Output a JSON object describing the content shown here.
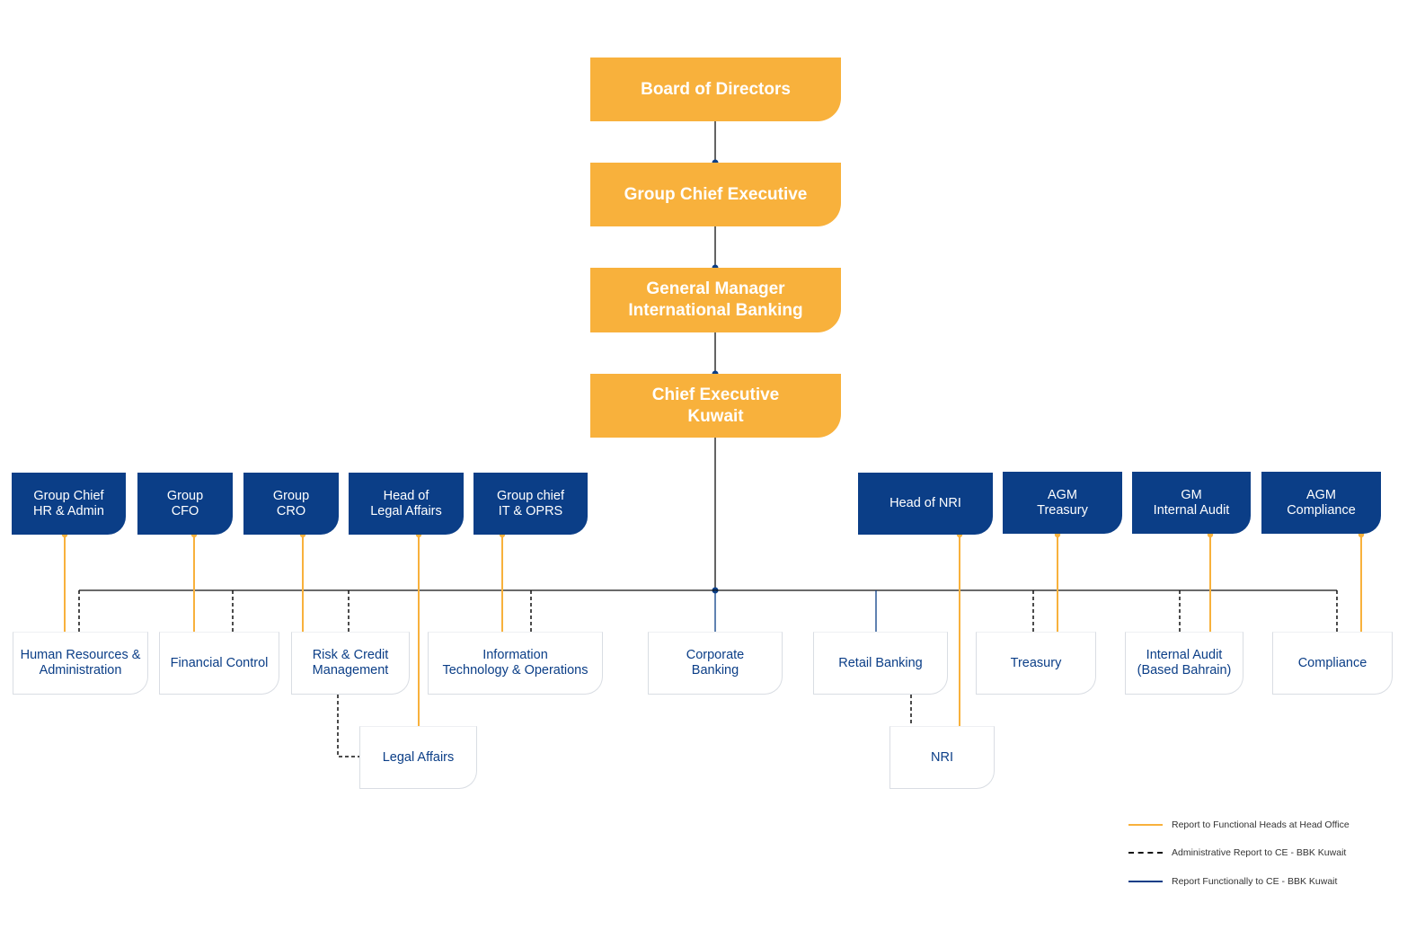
{
  "executive": {
    "board": "Board of Directors",
    "gce": "Group Chief Executive",
    "gm": "General Manager\nInternational Banking",
    "ce": "Chief Executive\nKuwait"
  },
  "heads": {
    "hr": "Group Chief\nHR & Admin",
    "cfo": "Group\nCFO",
    "cro": "Group\nCRO",
    "legal": "Head of\nLegal Affairs",
    "it": "Group chief\nIT & OPRS",
    "nri": "Head of NRI",
    "treasury": "AGM\nTreasury",
    "audit": "GM\nInternal Audit",
    "compliance": "AGM\nCompliance"
  },
  "departments": {
    "hr": "Human Resources &\nAdministration",
    "finance": "Financial Control",
    "risk": "Risk & Credit\nManagement",
    "it": "Information\nTechnology & Operations",
    "corporate": "Corporate\nBanking",
    "retail": "Retail Banking",
    "treasury": "Treasury",
    "audit": "Internal Audit\n(Based Bahrain)",
    "compliance": "Compliance",
    "legal": "Legal Affairs",
    "nri": "NRI"
  },
  "legend": [
    {
      "label": "Report to Functional Heads at Head Office",
      "style": "solid",
      "color": "#F8B13C"
    },
    {
      "label": "Administrative Report to CE - BBK Kuwait",
      "style": "dashed",
      "color": "#111111"
    },
    {
      "label": "Report Functionally to CE - BBK Kuwait",
      "style": "solid",
      "color": "#0B3E87"
    }
  ],
  "colors": {
    "gold": "#F8B13C",
    "navy": "#0B3E87",
    "black": "#111111"
  }
}
